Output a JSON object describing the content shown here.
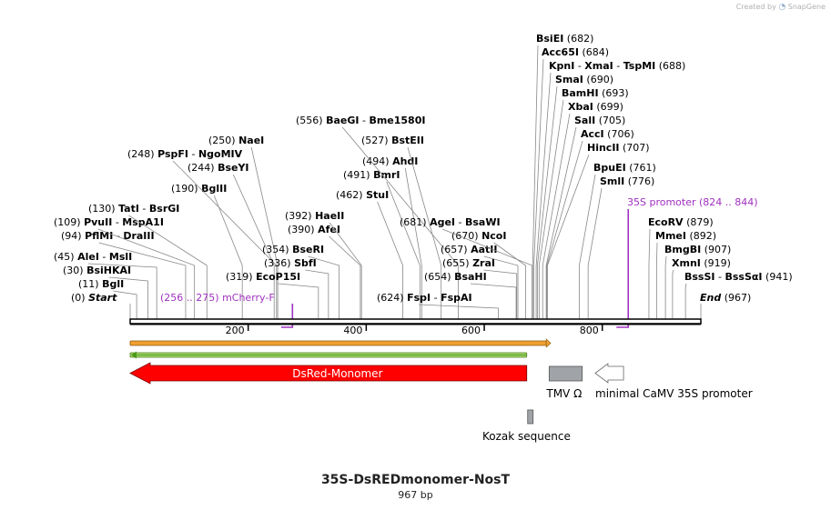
{
  "branding": {
    "prefix": "Created by",
    "logo": "SnapGene"
  },
  "title": "35S-DsREDmonomer-NosT",
  "length_label": "967 bp",
  "sequence_length": 967,
  "ruler": [
    "200",
    "400",
    "600",
    "800"
  ],
  "ruler_values": [
    200,
    400,
    600,
    800
  ],
  "ends": {
    "start_label": "Start",
    "start_pos": "(0)",
    "end_label": "End",
    "end_pos": "(967)"
  },
  "sites": [
    {
      "parts": [
        "BglI"
      ],
      "pos": "(11)",
      "bp": 11
    },
    {
      "parts": [
        "BsiHKAI"
      ],
      "pos": "(30)",
      "bp": 30
    },
    {
      "parts": [
        "AleI",
        "MslI"
      ],
      "pos": "(45)",
      "bp": 45
    },
    {
      "parts": [
        "PflMI",
        "DraIII"
      ],
      "pos": "(94)",
      "bp": 94
    },
    {
      "parts": [
        "PvuII",
        "MspA1I"
      ],
      "pos": "(109)",
      "bp": 109
    },
    {
      "parts": [
        "TatI",
        "BsrGI"
      ],
      "pos": "(130)",
      "bp": 130
    },
    {
      "parts": [
        "BglII"
      ],
      "pos": "(190)",
      "bp": 190
    },
    {
      "parts": [
        "BseYI"
      ],
      "pos": "(244)",
      "bp": 244
    },
    {
      "parts": [
        "PspFI",
        "NgoMIV"
      ],
      "pos": "(248)",
      "bp": 248
    },
    {
      "parts": [
        "NaeI"
      ],
      "pos": "(250)",
      "bp": 250
    },
    {
      "parts": [
        "EcoP15I"
      ],
      "pos": "(319)",
      "bp": 319
    },
    {
      "parts": [
        "SbfI"
      ],
      "pos": "(336)",
      "bp": 336
    },
    {
      "parts": [
        "BseRI"
      ],
      "pos": "(354)",
      "bp": 354
    },
    {
      "parts": [
        "AfeI"
      ],
      "pos": "(390)",
      "bp": 390
    },
    {
      "parts": [
        "HaeII"
      ],
      "pos": "(392)",
      "bp": 392
    },
    {
      "parts": [
        "StuI"
      ],
      "pos": "(462)",
      "bp": 462
    },
    {
      "parts": [
        "BmrI"
      ],
      "pos": "(491)",
      "bp": 491
    },
    {
      "parts": [
        "AhdI"
      ],
      "pos": "(494)",
      "bp": 494
    },
    {
      "parts": [
        "BstEII"
      ],
      "pos": "(527)",
      "bp": 527
    },
    {
      "parts": [
        "BaeGI",
        "Bme1580I"
      ],
      "pos": "(556)",
      "bp": 556
    },
    {
      "parts": [
        "FspI",
        "FspAI"
      ],
      "pos": "(624)",
      "bp": 624
    },
    {
      "parts": [
        "BsaHI"
      ],
      "pos": "(654)",
      "bp": 654
    },
    {
      "parts": [
        "ZraI"
      ],
      "pos": "(655)",
      "bp": 655
    },
    {
      "parts": [
        "AatII"
      ],
      "pos": "(657)",
      "bp": 657
    },
    {
      "parts": [
        "NcoI"
      ],
      "pos": "(670)",
      "bp": 670
    },
    {
      "parts": [
        "AgeI",
        "BsaWI"
      ],
      "pos": "(681)",
      "bp": 681
    },
    {
      "parts": [
        "BsiEI"
      ],
      "pos": "(682)",
      "bp": 682
    },
    {
      "parts": [
        "Acc65I"
      ],
      "pos": "(684)",
      "bp": 684
    },
    {
      "parts": [
        "KpnI",
        "XmaI",
        "TspMI"
      ],
      "pos": "(688)",
      "bp": 688
    },
    {
      "parts": [
        "SmaI"
      ],
      "pos": "(690)",
      "bp": 690
    },
    {
      "parts": [
        "BamHI"
      ],
      "pos": "(693)",
      "bp": 693
    },
    {
      "parts": [
        "XbaI"
      ],
      "pos": "(699)",
      "bp": 699
    },
    {
      "parts": [
        "SalI"
      ],
      "pos": "(705)",
      "bp": 705
    },
    {
      "parts": [
        "AccI"
      ],
      "pos": "(706)",
      "bp": 706
    },
    {
      "parts": [
        "HincII"
      ],
      "pos": "(707)",
      "bp": 707
    },
    {
      "parts": [
        "BpuEI"
      ],
      "pos": "(761)",
      "bp": 761
    },
    {
      "parts": [
        "SmlI"
      ],
      "pos": "(776)",
      "bp": 776
    },
    {
      "parts": [
        "EcoRV"
      ],
      "pos": "(879)",
      "bp": 879
    },
    {
      "parts": [
        "MmeI"
      ],
      "pos": "(892)",
      "bp": 892
    },
    {
      "parts": [
        "BmgBI"
      ],
      "pos": "(907)",
      "bp": 907
    },
    {
      "parts": [
        "XmnI"
      ],
      "pos": "(919)",
      "bp": 919
    },
    {
      "parts": [
        "BssSI",
        "BssSαI"
      ],
      "pos": "(941)",
      "bp": 941
    }
  ],
  "primers": [
    {
      "name": "mCherry-F",
      "range": "(256 .. 275)",
      "start": 256,
      "end": 275
    },
    {
      "name": "35S promoter",
      "range": "(824 .. 844)",
      "start": 824,
      "end": 844
    }
  ],
  "features": [
    {
      "name": "DsRed-Monomer",
      "start": 0,
      "end": 672,
      "color": "#ff0000",
      "direction": "left"
    },
    {
      "name": "TMV Ω",
      "start": 710,
      "end": 766,
      "color": "#a0a4a8"
    },
    {
      "name": "minimal CaMV 35S promoter",
      "start": 788,
      "end": 836,
      "color": "#ffffff",
      "direction": "left"
    },
    {
      "name": "Kozak sequence",
      "start": 672,
      "end": 681,
      "color": "#a0a4a8"
    }
  ],
  "orfs": [
    {
      "start": 0,
      "end": 705,
      "color": "#f0a030"
    },
    {
      "start": 0,
      "end": 672,
      "color": "#4a9a1a"
    }
  ],
  "colors": {
    "primer": "#a030c0",
    "backbone": "#000000",
    "site_line": "#888888"
  }
}
